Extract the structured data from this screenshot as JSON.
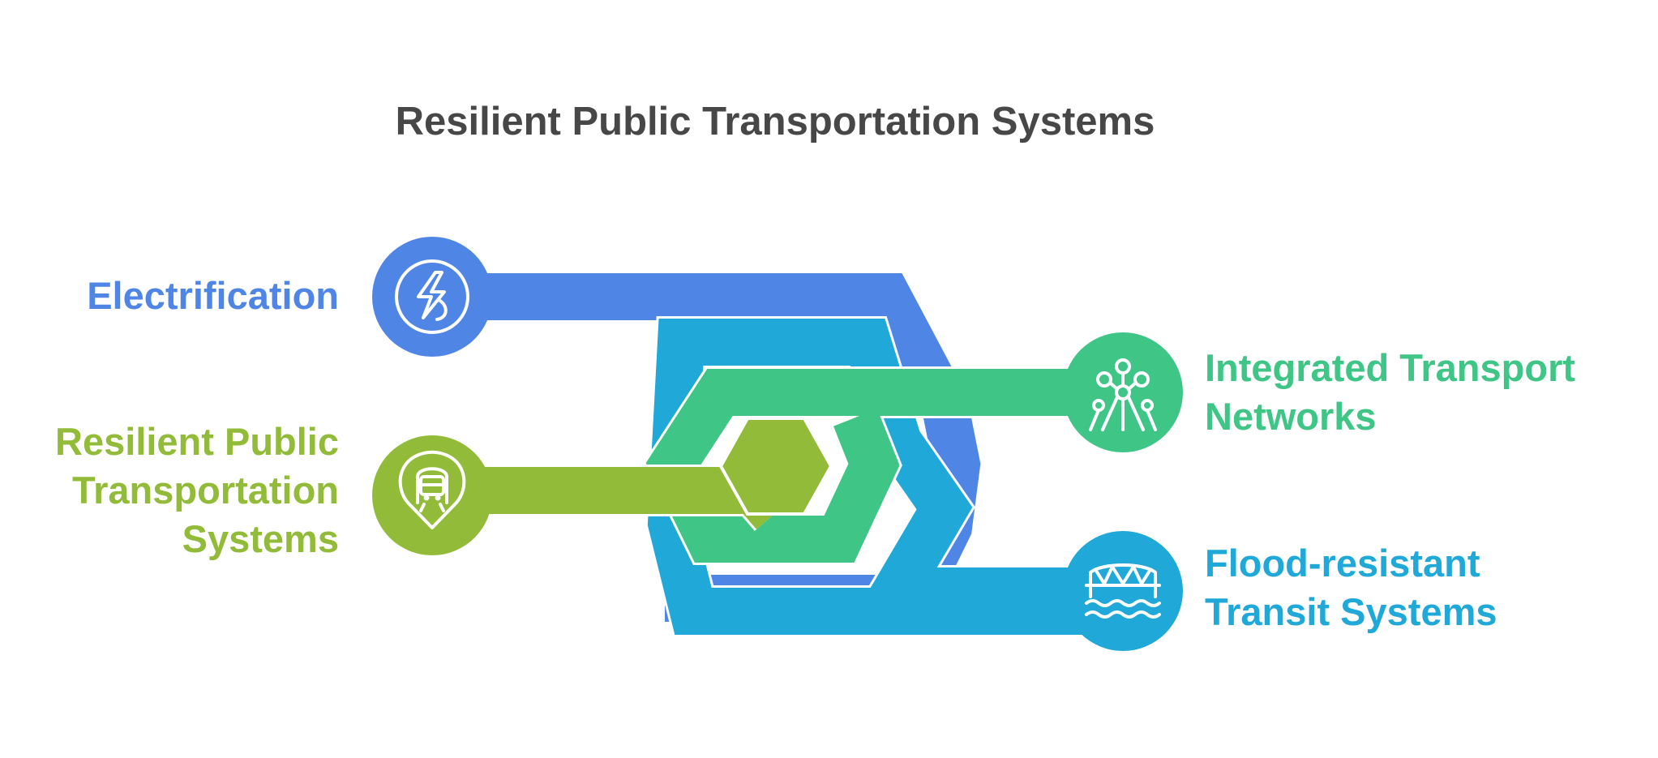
{
  "title": "Resilient Public Transportation Systems",
  "colors": {
    "blue": "#4f86e6",
    "cyan": "#20a9d8",
    "green": "#3fc586",
    "olive": "#92bb39",
    "title": "#474747"
  },
  "items": {
    "electrification": {
      "lines": [
        "Electrification"
      ],
      "icon": "lightning-power-icon",
      "color": "#4f86e6"
    },
    "resilient_public": {
      "lines": [
        "Resilient Public",
        "Transportation",
        "Systems"
      ],
      "icon": "train-tunnel-pin-icon",
      "color": "#92bb39"
    },
    "integrated": {
      "lines": [
        "Integrated Transport",
        "Networks"
      ],
      "icon": "network-structure-icon",
      "color": "#3fc586"
    },
    "flood": {
      "lines": [
        "Flood-resistant",
        "Transit Systems"
      ],
      "icon": "bridge-over-water-icon",
      "color": "#20a9d8"
    }
  }
}
